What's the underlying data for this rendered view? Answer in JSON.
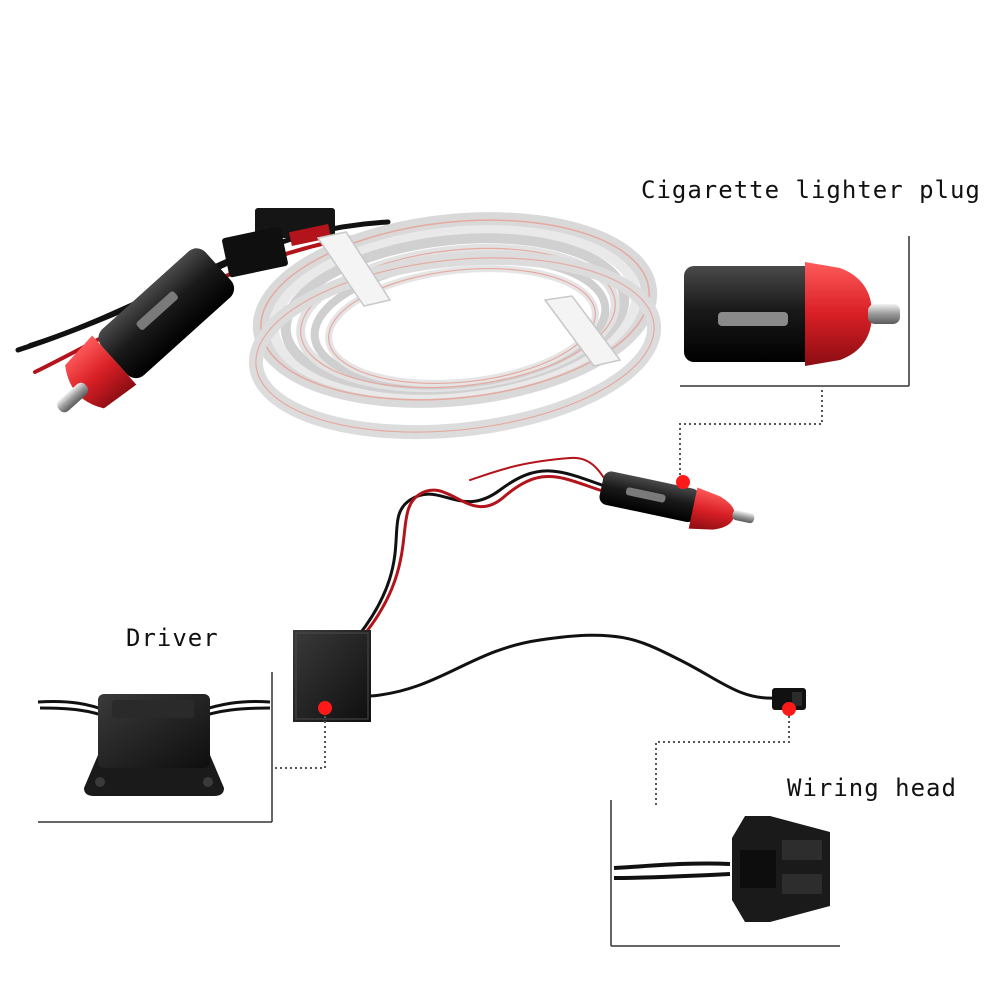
{
  "labels": {
    "cigarette_plug": "Cigarette lighter plug",
    "driver": "Driver",
    "wiring_head": "Wiring head"
  },
  "colors": {
    "background": "#ffffff",
    "plug_red": "#d81f26",
    "plug_body": "#1b1b1b",
    "wire_red": "#b3141b",
    "wire_black": "#111111",
    "marker_red": "#ff1a1a",
    "dotted_line": "#555555",
    "frame_line": "#333333",
    "el_wire": "#dcdcdc",
    "el_wire_accent": "#e6a9a0"
  },
  "icons": {
    "plug": "cigarette-lighter-plug-icon",
    "driver": "driver-box-icon",
    "connector": "wiring-head-connector-icon"
  }
}
